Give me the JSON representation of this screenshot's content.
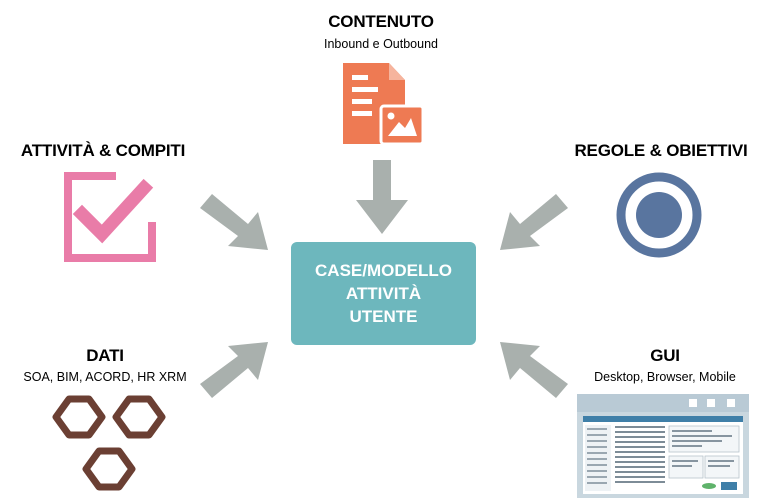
{
  "center": {
    "line1": "CASE/MODELLO",
    "line2": "ATTIVITÀ",
    "line3": "UTENTE"
  },
  "contenuto": {
    "title": "CONTENUTO",
    "subtitle": "Inbound e Outbound"
  },
  "attivita": {
    "title": "ATTIVITÀ & COMPITI"
  },
  "regole": {
    "title": "REGOLE & OBIETTIVI"
  },
  "dati": {
    "title": "DATI",
    "subtitle": "SOA, BIM, ACORD, HR XRM"
  },
  "gui": {
    "title": "GUI",
    "subtitle": "Desktop, Browser, Mobile"
  },
  "colors": {
    "center": "#6db7bd",
    "arrow": "#a9b0ad",
    "content_icon": "#ee7a53",
    "task_icon": "#e97ca8",
    "goal_icon": "#59759f",
    "data_icon": "#6b3f33",
    "gui_icon": "#3f7fa8"
  },
  "icons": [
    "document-image-icon",
    "checkbox-check-icon",
    "target-icon",
    "hexagons-icon",
    "screen-icon",
    "arrow-icon"
  ]
}
